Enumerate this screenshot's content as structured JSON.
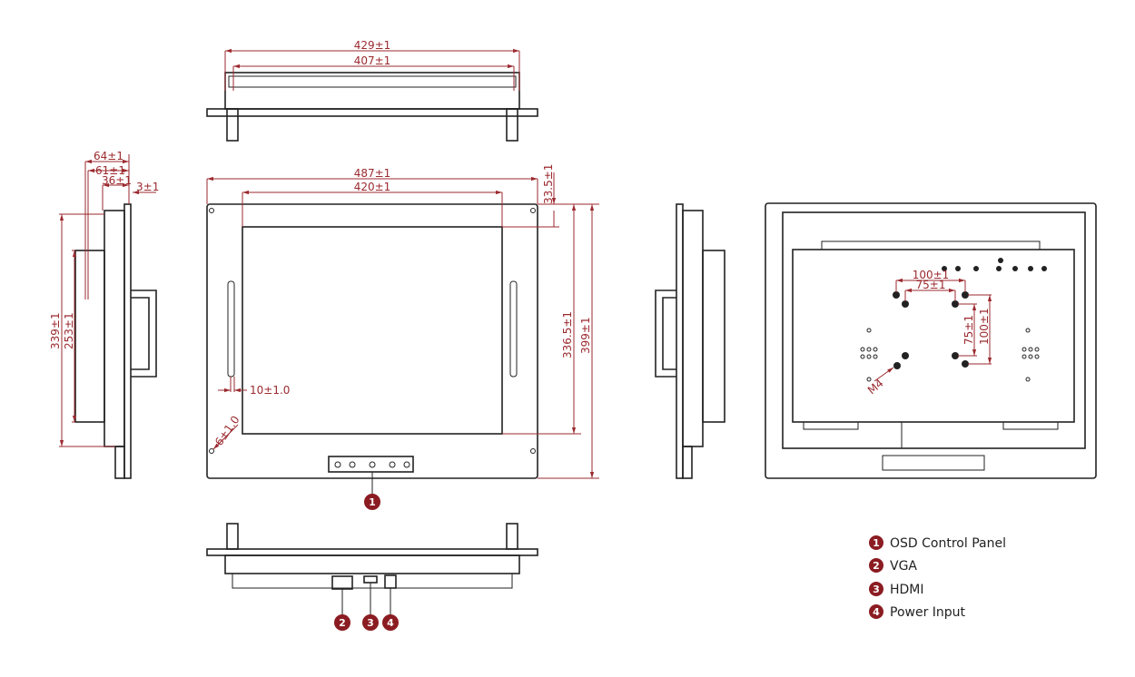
{
  "top_view": {
    "width_outer": "429±1",
    "width_inner": "407±1"
  },
  "front_view": {
    "width_outer": "487±1",
    "width_screen": "420±1",
    "top_margin": "33.5±1",
    "height_screen": "336.5±1",
    "height_outer": "399±1",
    "slot_offset": "10±1.0",
    "hole_dia": "6±1.0"
  },
  "side_view": {
    "depth_total": "64±1",
    "depth_body": "61±1",
    "depth_rear": "36±1",
    "bezel": "3±1",
    "height_body": "339±1",
    "height_rear": "253±1"
  },
  "rear_view": {
    "vesa_100_h": "100±1",
    "vesa_75_h": "75±1",
    "vesa_75_v": "75±1",
    "vesa_100_v": "100±1",
    "screw": "M4"
  },
  "callouts": [
    "1",
    "2",
    "3",
    "4"
  ],
  "legend": [
    {
      "num": "1",
      "label": "OSD Control Panel"
    },
    {
      "num": "2",
      "label": "VGA"
    },
    {
      "num": "3",
      "label": "HDMI"
    },
    {
      "num": "4",
      "label": "Power Input"
    }
  ],
  "colors": {
    "dimension": "#9b2a2f",
    "callout": "#8b1c22"
  }
}
